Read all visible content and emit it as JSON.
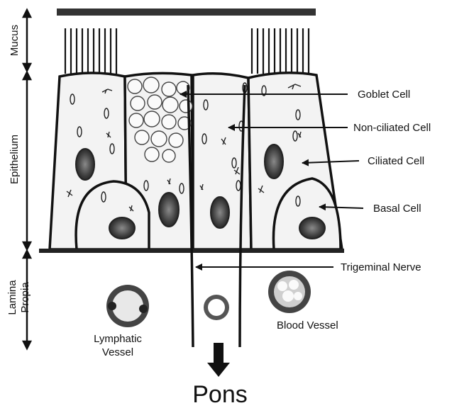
{
  "regions": {
    "mucus": "Mucus",
    "epithelium": "Epithelium",
    "lamina_line1": "Lamina",
    "lamina_line2": "Propia"
  },
  "labels": {
    "goblet": "Goblet Cell",
    "nonciliated": "Non-ciliated Cell",
    "ciliated": "Ciliated Cell",
    "basal": "Basal Cell",
    "trigeminal": "Trigeminal Nerve",
    "blood": "Blood Vessel",
    "lymph_line1": "Lymphatic",
    "lymph_line2": "Vessel",
    "pons": "Pons"
  }
}
